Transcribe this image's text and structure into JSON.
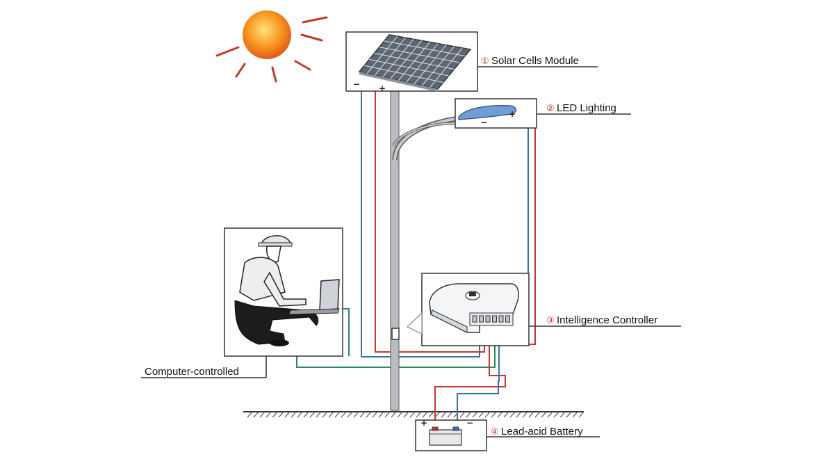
{
  "components": [
    {
      "id": "solar",
      "marker": "①",
      "label": "Solar Cells Module"
    },
    {
      "id": "led",
      "marker": "②",
      "label": "LED Lighting"
    },
    {
      "id": "controller",
      "marker": "③",
      "label": "Intelligence Controller"
    },
    {
      "id": "battery",
      "marker": "④",
      "label": "Lead-acid Battery"
    }
  ],
  "computer_label": "Computer-controlled",
  "polarity": {
    "plus": "+",
    "minus": "−"
  },
  "wire_colors": {
    "positive": "#c0392b",
    "negative": "#3b6fb0",
    "data": "#2e8b57"
  },
  "sun_colors": {
    "core": "#f7941d",
    "rays": "#c0392b"
  }
}
